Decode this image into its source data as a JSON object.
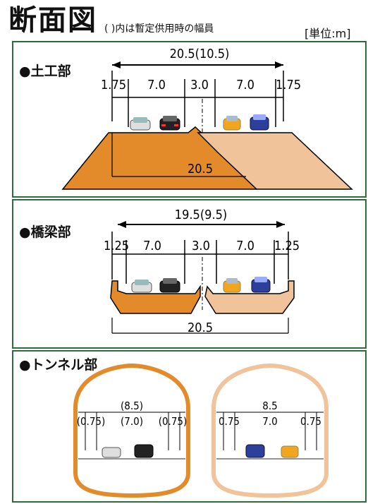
{
  "header": {
    "title": "断面図",
    "subtitle": "( )内は暫定供用時の幅員",
    "unit": "[単位:m]"
  },
  "colors": {
    "orange": "#e38b2a",
    "light_orange": "#f0c39a",
    "frame_green": "#2e6b3a"
  },
  "earthwork": {
    "heading": "●土工部",
    "total_width": "20.5(10.5)",
    "segments": [
      "1.75",
      "7.0",
      "3.0",
      "7.0",
      "1.75"
    ],
    "base_width": "20.5"
  },
  "bridge": {
    "heading": "●橋梁部",
    "total_width": "19.5(9.5)",
    "segments": [
      "1.25",
      "7.0",
      "3.0",
      "7.0",
      "1.25"
    ],
    "base_width": "20.5"
  },
  "tunnel": {
    "heading": "●トンネル部",
    "left": {
      "total": "(8.5)",
      "segments": [
        "(0.75)",
        "(7.0)",
        "(0.75)"
      ]
    },
    "right": {
      "total": "8.5",
      "segments": [
        "0.75",
        "7.0",
        "0.75"
      ]
    }
  }
}
